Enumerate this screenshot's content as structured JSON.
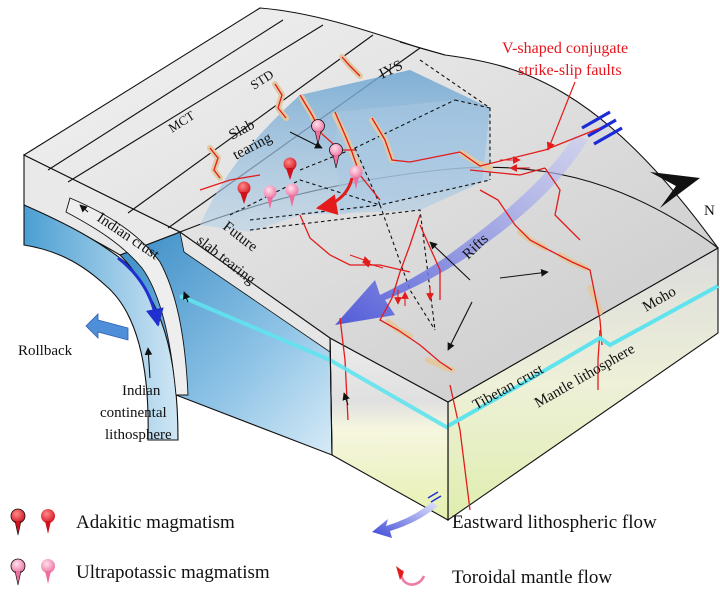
{
  "labels": {
    "mct": "MCT",
    "std": "STD",
    "iys": "IYS",
    "conjugate_line1": "V-shaped conjugate",
    "conjugate_line2": "strike-slip faults",
    "slab_tearing_1": "Slab",
    "slab_tearing_2": "tearing",
    "future_1": "Future",
    "future_2": "slab tearing",
    "indian_crust": "Indian crust",
    "rollback": "Rollback",
    "indian_lith_1": "Indian",
    "indian_lith_2": "continental",
    "indian_lith_3": "lithosphere",
    "rifts": "Rifts",
    "moho": "Moho",
    "tibetan_crust": "Tibetan crust",
    "mantle_lith": "Mantle lithosphere",
    "north": "N"
  },
  "legend": {
    "adakitic": "Adakitic magmatism",
    "ultrapotassic": "Ultrapotassic magmatism",
    "eastward_flow": "Eastward lithospheric flow",
    "toroidal_flow": "Toroidal mantle flow"
  },
  "colors": {
    "fault": "#e31b1b",
    "adakitic": "#e01822",
    "ultrapotassic": "#f07aa6",
    "flow_arrow": "#5a63d8",
    "moho_line": "#5fe3ee",
    "slab_blue": "#3f8fc4"
  }
}
